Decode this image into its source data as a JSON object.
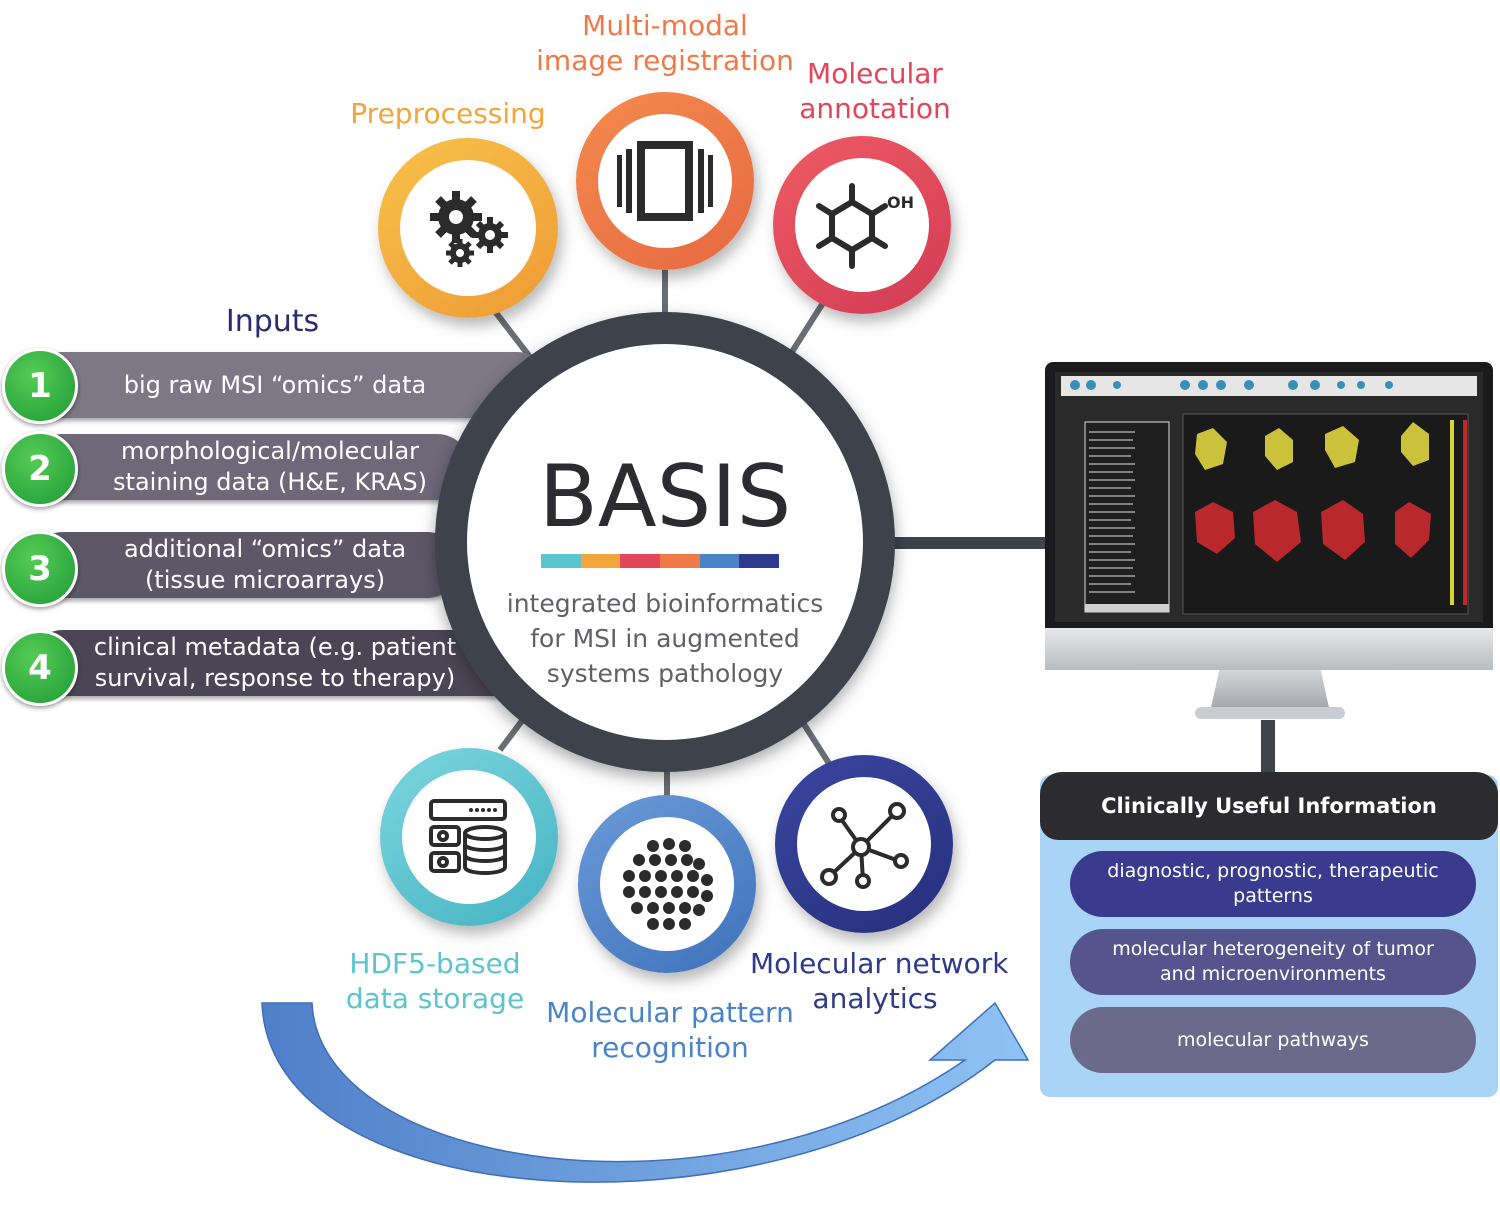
{
  "modules_top": [
    {
      "label": "Preprocessing",
      "icon": "gears-icon",
      "color": "#f2a53a"
    },
    {
      "label": "Multi-modal\nimage registration",
      "icon": "registration-frames-icon",
      "color": "#ef7a47"
    },
    {
      "label": "Molecular\nannotation",
      "icon": "molecule-oh-icon",
      "color": "#e2465a"
    }
  ],
  "modules_bottom": [
    {
      "label": "HDF5-based\ndata storage",
      "icon": "database-server-icon",
      "color": "#5cc4cf"
    },
    {
      "label": "Molecular pattern\nrecognition",
      "icon": "dot-pattern-icon",
      "color": "#4b83c8"
    },
    {
      "label": "Molecular network\nanalytics",
      "icon": "network-graph-icon",
      "color": "#2e3a8c"
    }
  ],
  "molecule_label": "OH",
  "inputs": {
    "title": "Inputs",
    "items": [
      {
        "number": "1",
        "text": "big raw MSI “omics” data",
        "color": "#7c7886"
      },
      {
        "number": "2",
        "text": "morphological/molecular\nstaining data (H&E, KRAS)",
        "color": "#6e6879"
      },
      {
        "number": "3",
        "text": "additional “omics” data\n(tissue microarrays)",
        "color": "#5d5868"
      },
      {
        "number": "4",
        "text": "clinical metadata (e.g. patient\nsurvival, response to therapy)",
        "color": "#4b4655"
      }
    ]
  },
  "hub": {
    "title": "BASIS",
    "subtitle": "integrated bioinformatics\nfor MSI in augmented\nsystems pathology",
    "color_strip": [
      "#5cc4cf",
      "#f2a53a",
      "#e2465a",
      "#ef7a47",
      "#4b83c8",
      "#2e3a8c"
    ]
  },
  "monitor": {
    "icon": "monitor-software-screenshot-icon"
  },
  "output": {
    "title": "Clinically Useful Information",
    "items": [
      {
        "text": "diagnostic, prognostic, therapeutic\npatterns",
        "color": "#3a3a8e"
      },
      {
        "text": "molecular heterogeneity of tumor\nand microenvironments",
        "color": "#56548c"
      },
      {
        "text": "molecular pathways",
        "color": "#6b6a8a"
      }
    ]
  },
  "colors": {
    "hub_ring": "#3e424a",
    "connector": "#6a6e74",
    "input_number": "#2aaa3e",
    "inputs_title": "#2e2a6e",
    "output_panel": "#a9d4f5",
    "output_header": "#2b2b30",
    "arrow": "#5a8fd0"
  }
}
